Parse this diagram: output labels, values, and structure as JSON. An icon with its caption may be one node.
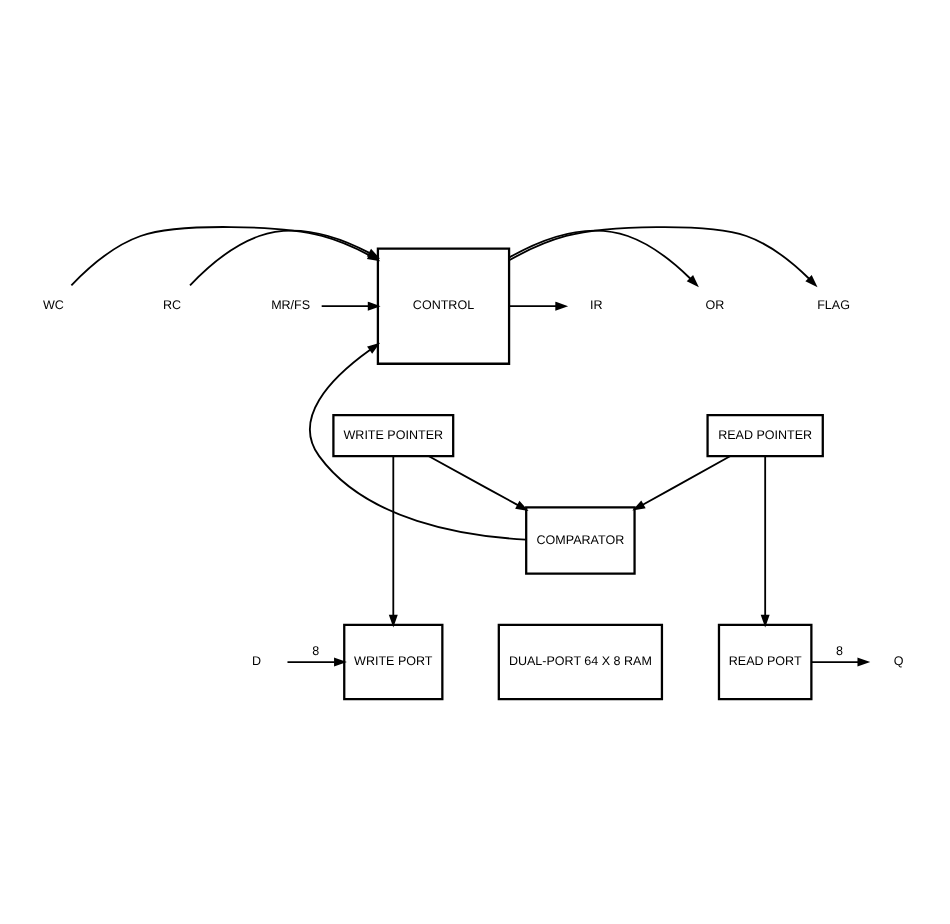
{
  "diagram": {
    "nodes": [
      {
        "text": [
          "CONTROL"
        ]
      },
      {
        "text": [
          "WC"
        ]
      },
      {
        "text": [
          "RC"
        ]
      },
      {
        "text": [
          "MR/FS"
        ]
      },
      {
        "text": [
          "IR"
        ]
      },
      {
        "text": [
          "OR"
        ]
      },
      {
        "text": [
          "FLAG"
        ]
      },
      {
        "text": [
          "WRITE POINTER"
        ]
      },
      {
        "text": [
          "READ POINTER"
        ]
      },
      {
        "text": [
          "COMPARATOR"
        ]
      },
      {
        "text": [
          "WRITE PORT"
        ]
      },
      {
        "text": [
          "DUAL-PORT 64 X 8 RAM"
        ]
      },
      {
        "text": [
          "READ PORT"
        ]
      },
      {
        "text": [
          "D"
        ]
      },
      {
        "text": [
          "Q"
        ]
      }
    ],
    "edges": [
      {
        "from": 1,
        "to": 0,
        "arrow": "to"
      },
      {
        "from": 2,
        "to": 0,
        "arrow": "to"
      },
      {
        "from": 3,
        "to": 0,
        "arrow": "to"
      },
      {
        "from": 0,
        "to": 4,
        "arrow": "to"
      },
      {
        "from": 0,
        "to": 5,
        "arrow": "to"
      },
      {
        "from": 0,
        "to": 6,
        "arrow": "to"
      },
      {
        "from": 9,
        "to": 0,
        "arrow": "to"
      },
      {
        "from": 7,
        "to": 9,
        "arrow": "to"
      },
      {
        "from": 8,
        "to": 9,
        "arrow": "to"
      },
      {
        "from": 7,
        "to": 10,
        "arrow": "to"
      },
      {
        "from": 8,
        "to": 12,
        "arrow": "to"
      },
      {
        "from": 13,
        "to": 10,
        "arrow": "to",
        "label": "8"
      },
      {
        "from": 12,
        "to": 14,
        "arrow": "to",
        "label": "8"
      }
    ]
  }
}
